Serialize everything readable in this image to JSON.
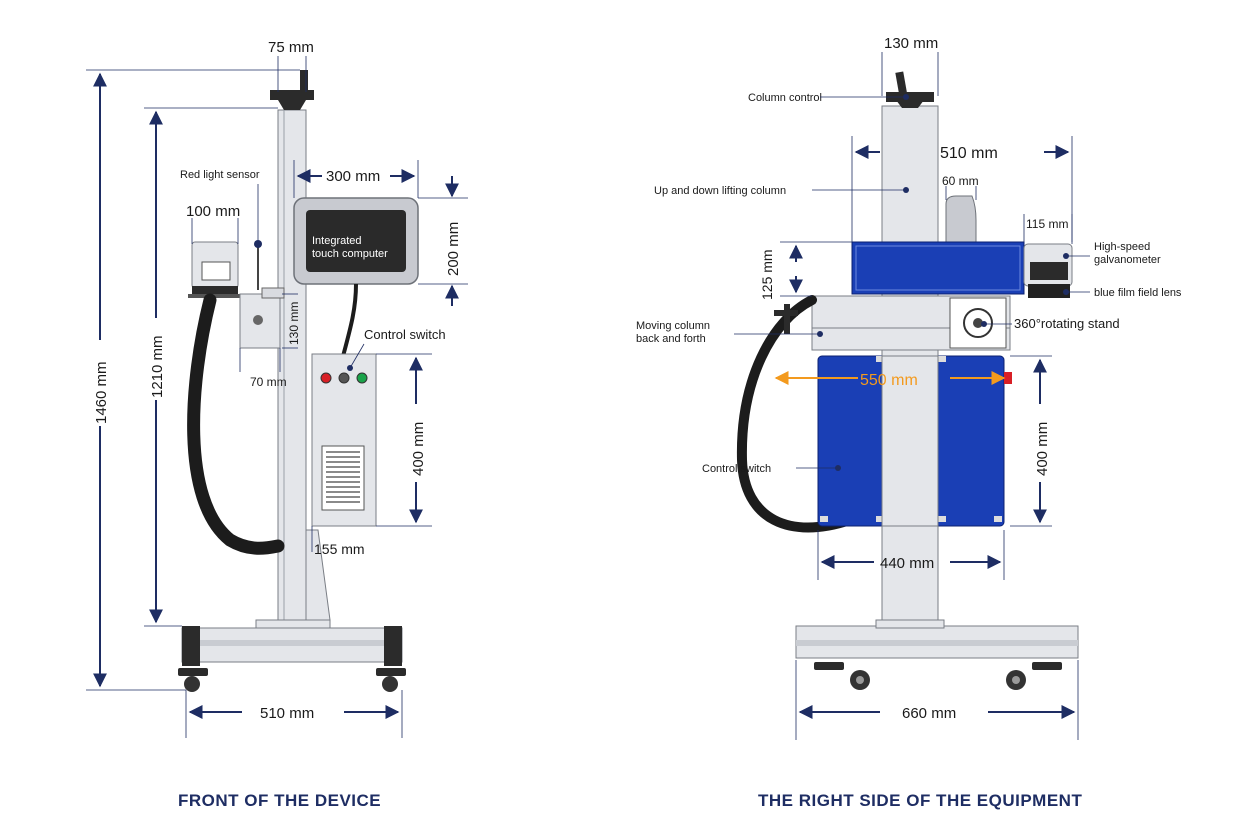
{
  "front": {
    "caption": "FRONT OF THE DEVICE",
    "dims": {
      "top": "75 mm",
      "height_total": "1460 mm",
      "height_column": "1210 mm",
      "screen_width": "300 mm",
      "screen_height": "200 mm",
      "galvo": "100 mm",
      "bracket_h": "130 mm",
      "bracket_w": "70 mm",
      "box_height": "400 mm",
      "box_width": "155 mm",
      "base": "510 mm"
    },
    "labels": {
      "sensor": "Red light sensor",
      "screen_line1": "Integrated",
      "screen_line2": "touch computer",
      "control": "Control switch"
    }
  },
  "side": {
    "caption": "THE RIGHT SIDE OF THE EQUIPMENT",
    "dims": {
      "top": "130 mm",
      "width_head": "510 mm",
      "monitor": "60 mm",
      "galvo": "115 mm",
      "head_h": "125 mm",
      "reach": "550 mm",
      "box_height": "400 mm",
      "box_width": "440 mm",
      "base": "660 mm"
    },
    "labels": {
      "column_control": "Column control",
      "lifting": "Up and down lifting column",
      "galvo_line1": "High-speed",
      "galvo_line2": "galvanometer",
      "lens": "blue film field lens",
      "moving_line1": "Moving column",
      "moving_line2": "back and forth",
      "rotating": "360°rotating stand",
      "control": "Control switch"
    }
  },
  "colors": {
    "accent": "#1e2d63",
    "box_blue": "#1a3fb5",
    "reach_orange": "#f39a1e"
  }
}
